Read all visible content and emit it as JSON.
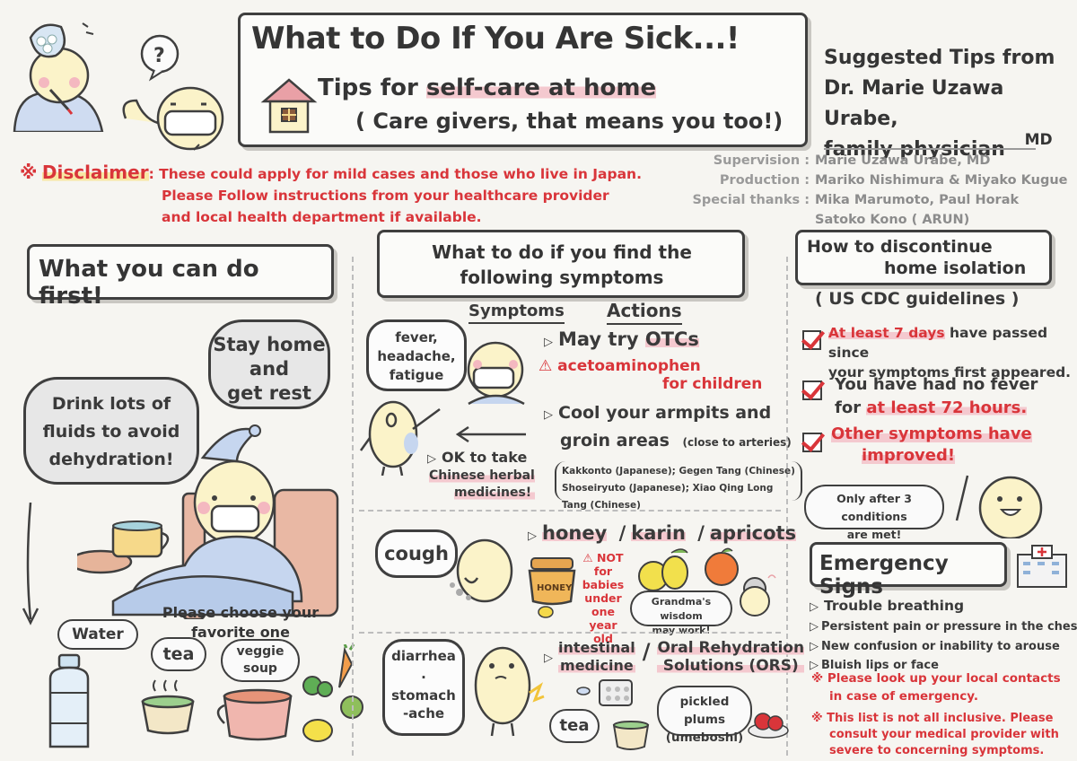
{
  "header": {
    "title": "What to Do If You Are Sick...!",
    "subtitle_lead": "Tips for ",
    "subtitle_hl": "self-care at home",
    "subtitle_paren": "( Care givers, that means you too!)"
  },
  "author": {
    "line1": "Suggested Tips from",
    "line2": "Dr. Marie Uzawa Urabe,",
    "line3": "family physician",
    "md": "MD"
  },
  "credits": [
    {
      "label": "Supervision :",
      "value": "Marie Uzawa Urabe, MD"
    },
    {
      "label": "Production :",
      "value": "Mariko Nishimura & Miyako Kugue"
    },
    {
      "label": "Special thanks :",
      "value": "Mika Marumoto, Paul Horak"
    },
    {
      "label": "",
      "value": "Satoko Kono ( ARUN)"
    }
  ],
  "disclaimer": {
    "mark": "※",
    "label": "Disclaimer",
    "line1": ": These could apply for mild cases and those who live in Japan.",
    "line2": "Please Follow instructions from your healthcare provider",
    "line3": "and local health department if available."
  },
  "first": {
    "heading": "What you can do first!",
    "stay": "Stay home",
    "and": "and",
    "rest": "get rest",
    "drink1": "Drink lots of",
    "drink2": "fluids to avoid",
    "drink3": "dehydration!",
    "water": "Water",
    "choose1": "Please choose your",
    "choose2": "favorite one",
    "tea": "tea",
    "veggie1": "veggie",
    "veggie2": "soup"
  },
  "symptoms": {
    "heading1": "What to do if you find the",
    "heading2": "following symptoms",
    "col_symptoms": "Symptoms",
    "col_actions": "Actions",
    "fever1": "fever,",
    "fever2": "headache,",
    "fever3": "fatigue",
    "otc_lead": "May try ",
    "otc": "OTCs",
    "acet": "acetoaminophen",
    "children": "for children",
    "cool1": "Cool your armpits and",
    "cool2": "groin areas",
    "cool_note": "(close to arteries)",
    "ok": "OK to take",
    "herbal1": "Chinese herbal",
    "herbal2": "medicines!",
    "kak": "Kakkonto (Japanese); Gegen Tang (Chinese)",
    "sho": "Shoseiryuto (Japanese); Xiao Qing Long Tang (Chinese)",
    "cough": "cough",
    "honey": "honey",
    "karin": "karin",
    "apricots": "apricots",
    "not1": "NOT",
    "not2": "for babies",
    "not3": "under",
    "not4": "one year",
    "not5": "old",
    "honey_jar": "HONEY",
    "grandma1": "Grandma's wisdom",
    "grandma2": "may work!",
    "diarrhea": "diarrhea",
    "stomach1": "stomach",
    "stomach2": "-ache",
    "intestinal1": "intestinal",
    "intestinal2": "medicine",
    "ors1": "Oral Rehydration",
    "ors2": "Solutions (ORS)",
    "tea": "tea",
    "pickled1": "pickled plums",
    "pickled2": "(umeboshi)",
    "question": "?"
  },
  "discontinue": {
    "heading1": "How to discontinue",
    "heading2": "home isolation",
    "guidelines": "( US CDC guidelines )",
    "c1_hl": "At least 7 days",
    "c1_rest": " have passed since",
    "c1_line2": "your symptoms first appeared.",
    "c2_line1": "You have had no fever",
    "c2_lead": "for ",
    "c2_hl": "at least 72 hours.",
    "c3_line1": "Other symptoms have",
    "c3_line2": "improved!",
    "only1": "Only after 3 conditions",
    "only2": "are met!"
  },
  "emergency": {
    "heading": "Emergency Signs",
    "items": [
      "Trouble breathing",
      "Persistent pain or pressure in the chest.",
      "New confusion or inability to arouse",
      "Bluish lips or face"
    ],
    "note1a": "※ Please look up your local contacts",
    "note1b": "in case of emergency.",
    "note2a": "※ This list is not all inclusive. Please",
    "note2b": "consult your medical provider with",
    "note2c": "severe to concerning symptoms."
  },
  "colors": {
    "accent_red": "#d9353a",
    "highlight_pink": "#f4c9cf",
    "highlight_yellow": "#f8e7a4",
    "outline": "#3f3f3f",
    "character_skin": "#fbf3c9",
    "blanket_blue": "#c6d6ef"
  }
}
